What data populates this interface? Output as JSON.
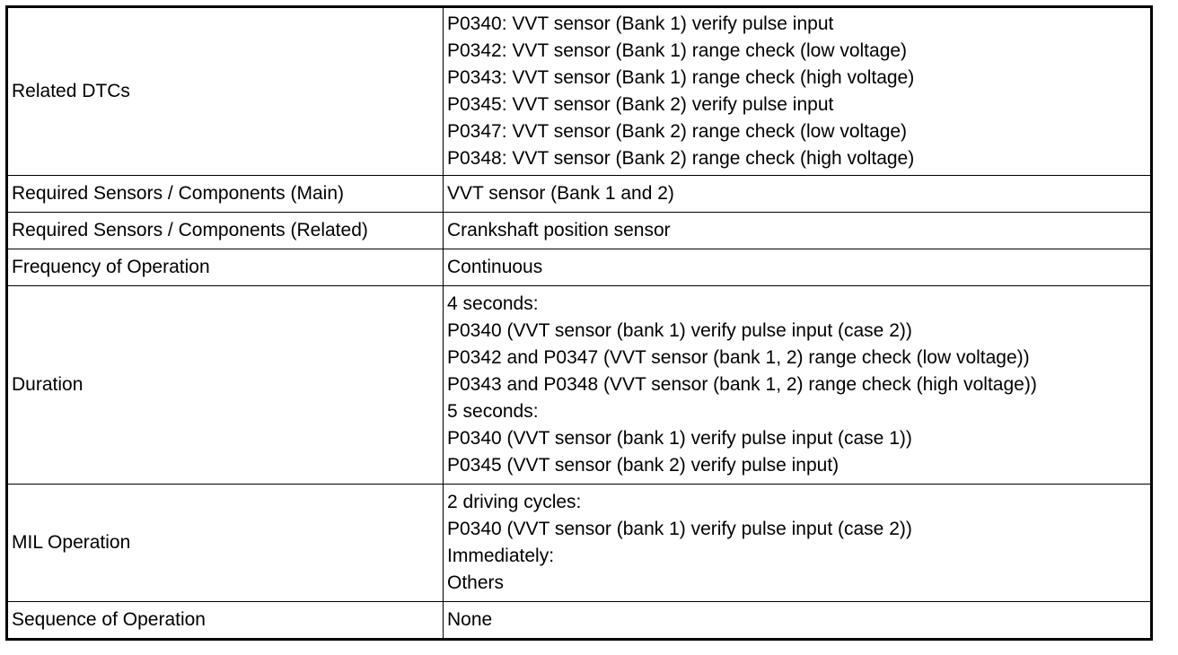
{
  "rows": [
    {
      "label": "Related DTCs",
      "lines": [
        "P0340: VVT sensor (Bank 1) verify pulse input",
        "P0342: VVT sensor (Bank 1) range check (low voltage)",
        "P0343: VVT sensor (Bank 1) range check (high voltage)",
        "P0345: VVT sensor (Bank 2) verify pulse input",
        "P0347: VVT sensor (Bank 2) range check (low voltage)",
        "P0348: VVT sensor (Bank 2) range check (high voltage)"
      ]
    },
    {
      "label": "Required Sensors / Components (Main)",
      "lines": [
        "VVT sensor (Bank 1 and 2)"
      ]
    },
    {
      "label": "Required Sensors / Components (Related)",
      "lines": [
        "Crankshaft position sensor"
      ]
    },
    {
      "label": "Frequency of Operation",
      "lines": [
        "Continuous"
      ]
    },
    {
      "label": "Duration",
      "lines": [
        "4 seconds:",
        "P0340 (VVT sensor (bank 1) verify pulse input (case 2))",
        "P0342 and P0347 (VVT sensor (bank 1, 2) range check (low voltage))",
        "P0343 and P0348 (VVT sensor (bank 1, 2) range check (high voltage))",
        "5 seconds:",
        "P0340 (VVT sensor (bank 1) verify pulse input (case 1))",
        "P0345 (VVT sensor (bank 2) verify pulse input)"
      ]
    },
    {
      "label": "MIL Operation",
      "lines": [
        "2 driving cycles:",
        "P0340 (VVT sensor (bank 1) verify pulse input (case 2))",
        "Immediately:",
        "Others"
      ]
    },
    {
      "label": "Sequence of Operation",
      "lines": [
        "None"
      ]
    }
  ]
}
